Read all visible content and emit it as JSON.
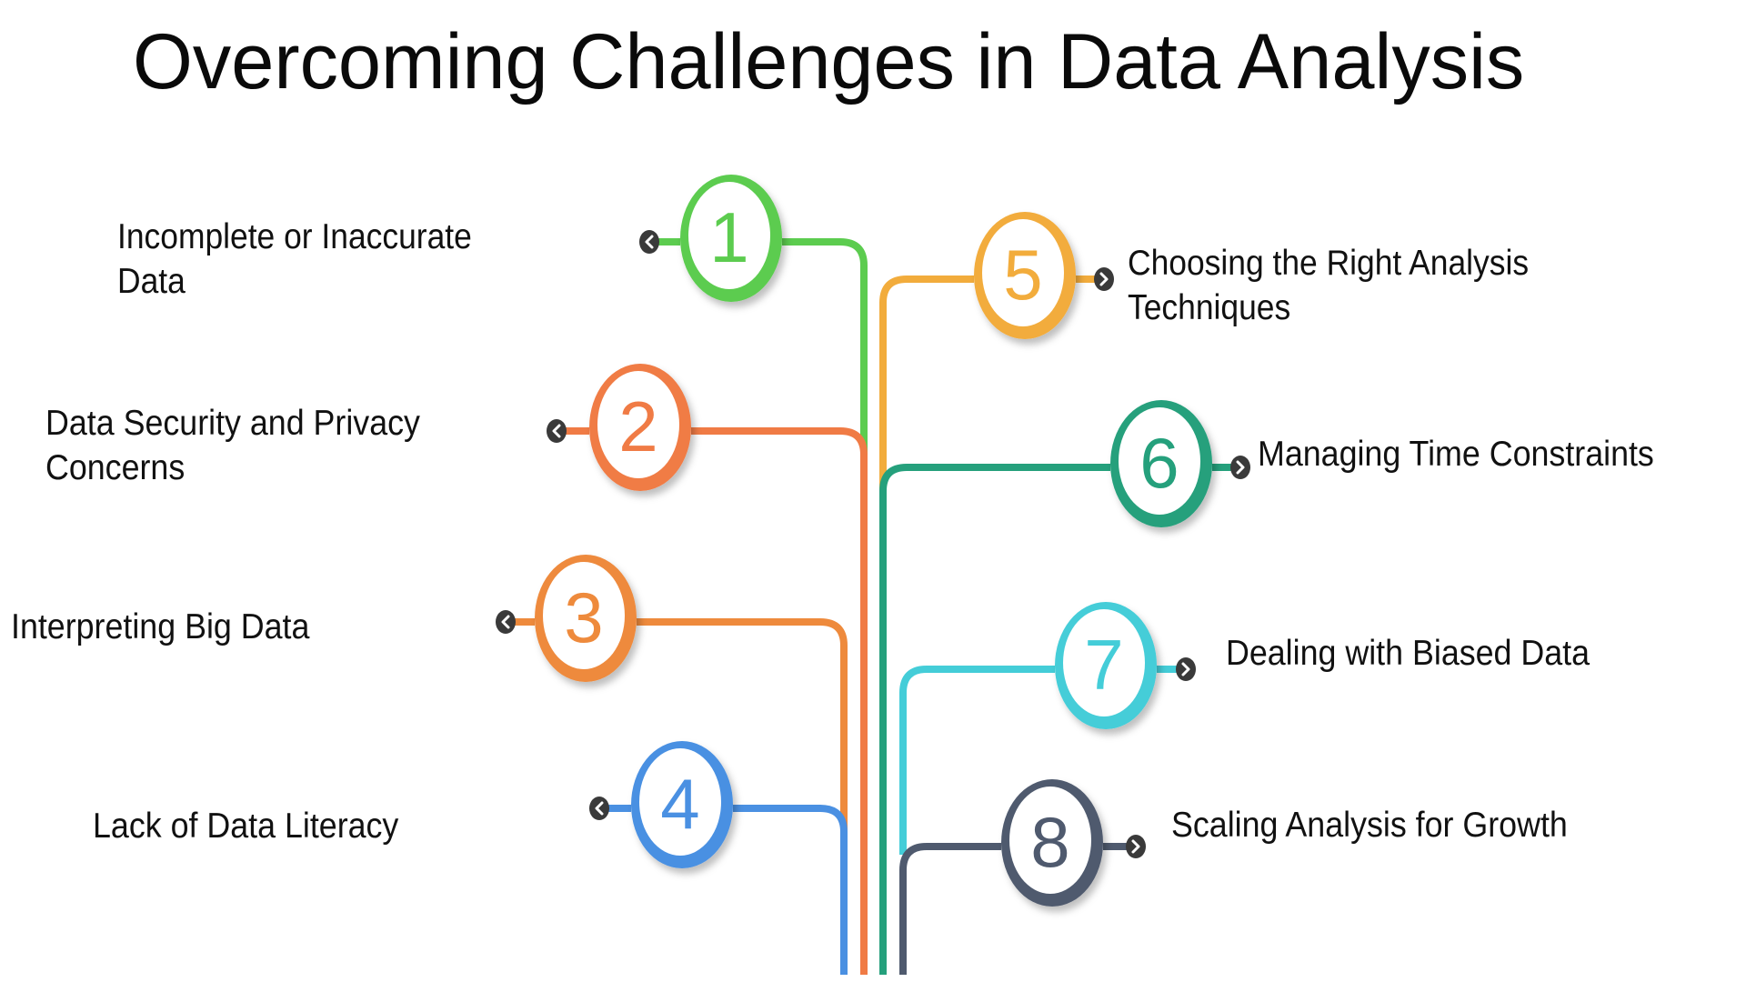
{
  "title": "Overcoming Challenges in Data Analysis",
  "challenges": [
    {
      "number": "1",
      "side": "left",
      "lines": [
        "Incomplete or Inaccurate",
        "Data"
      ],
      "color": "#5ccc4f",
      "bullet_icon": "chevron-left"
    },
    {
      "number": "2",
      "side": "left",
      "lines": [
        "Data Security and Privacy",
        "Concerns"
      ],
      "color": "#f07b45",
      "bullet_icon": "chevron-left"
    },
    {
      "number": "3",
      "side": "left",
      "lines": [
        "Interpreting Big Data"
      ],
      "color": "#ee8a3c",
      "bullet_icon": "chevron-left"
    },
    {
      "number": "4",
      "side": "left",
      "lines": [
        "Lack of Data Literacy"
      ],
      "color": "#4a90e2",
      "bullet_icon": "chevron-left"
    },
    {
      "number": "5",
      "side": "right",
      "lines": [
        "Choosing the Right Analysis",
        "Techniques"
      ],
      "color": "#f2ac3c",
      "bullet_icon": "chevron-right"
    },
    {
      "number": "6",
      "side": "right",
      "lines": [
        "Managing Time Constraints"
      ],
      "color": "#25a07c",
      "bullet_icon": "chevron-right"
    },
    {
      "number": "7",
      "side": "right",
      "lines": [
        "Dealing with Biased Data"
      ],
      "color": "#44cdd8",
      "bullet_icon": "chevron-right"
    },
    {
      "number": "8",
      "side": "right",
      "lines": [
        "Scaling Analysis for Growth"
      ],
      "color": "#4f5a6e",
      "bullet_icon": "chevron-right"
    }
  ],
  "bullet_color": "#3a3a3a"
}
